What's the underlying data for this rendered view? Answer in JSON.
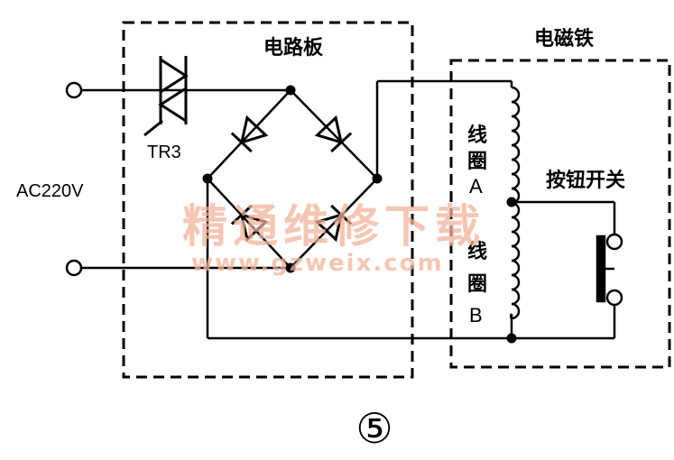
{
  "labels": {
    "circuit_board": "电路板",
    "electromagnet": "电磁铁",
    "thyristor": "TR3",
    "supply": "AC220V",
    "coil_a": [
      "线",
      "圈",
      "A"
    ],
    "coil_b": [
      "线",
      "圈",
      "B"
    ],
    "button_switch": "按钮开关",
    "figure_number": "⑤"
  },
  "watermark": {
    "title": "精通维修下载",
    "url": "www.gzweix.com"
  },
  "colors": {
    "line": "#000000",
    "watermark": "#f2b49a",
    "background": "#ffffff"
  }
}
